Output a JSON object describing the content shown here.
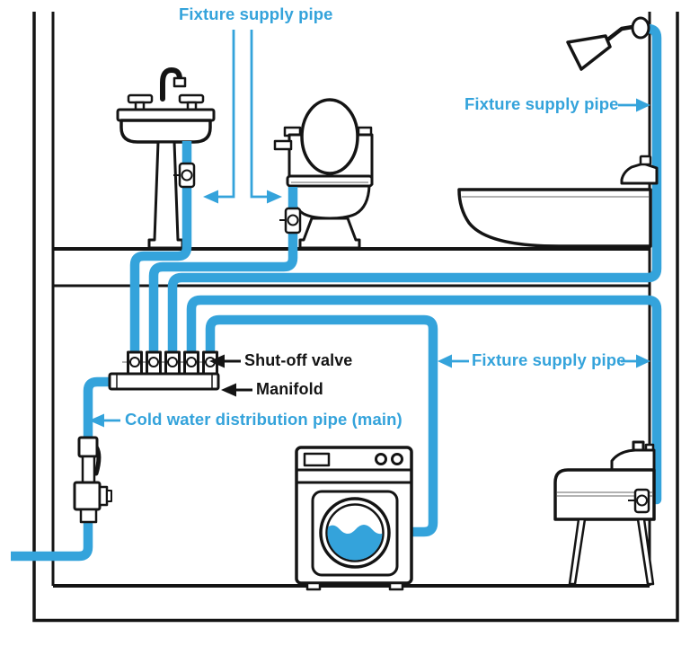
{
  "diagram": {
    "kind": "home-cold-water-plumbing-diagram",
    "labels": {
      "fixture_supply_top": "Fixture supply pipe",
      "fixture_supply_right": "Fixture supply pipe",
      "fixture_supply_basement": "Fixture supply pipe",
      "shutoff_valve": "Shut-off valve",
      "manifold": "Manifold",
      "cold_main": "Cold water distribution pipe (main)"
    },
    "colors": {
      "pipe": "#34a3db",
      "outline": "#141414",
      "background": "#ffffff"
    },
    "fixtures": [
      "pedestal-sink",
      "toilet",
      "bathtub",
      "shower-head",
      "washing-machine",
      "utility-sink"
    ],
    "components": [
      "manifold",
      "shut-off-valves",
      "main-shut-off-valve",
      "cold-water-main",
      "fixture-supply-pipes"
    ]
  }
}
